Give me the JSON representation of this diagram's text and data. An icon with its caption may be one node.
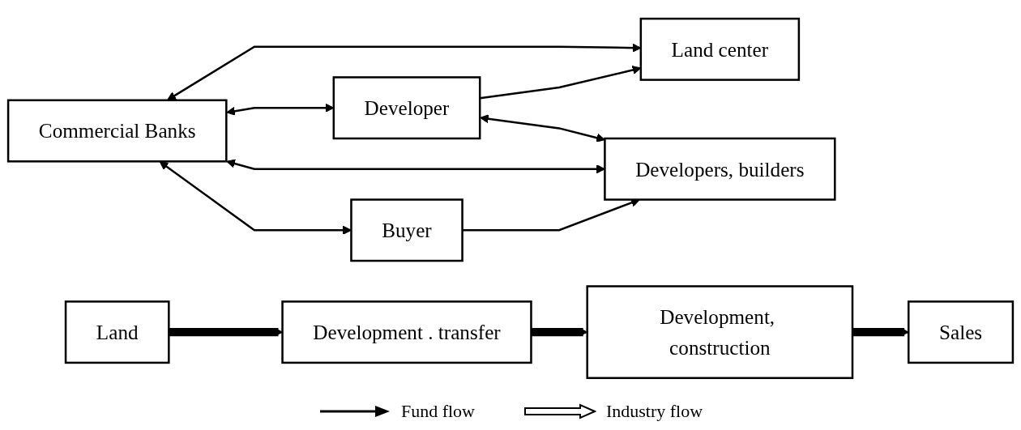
{
  "diagram": {
    "nodes": [
      {
        "text": [
          "Commercial Banks"
        ]
      },
      {
        "text": [
          "Land center"
        ]
      },
      {
        "text": [
          "Developer"
        ]
      },
      {
        "text": [
          "Developers, builders"
        ]
      },
      {
        "text": [
          "Buyer"
        ]
      },
      {
        "text": [
          "Land"
        ]
      },
      {
        "text": [
          "Development . transfer"
        ]
      },
      {
        "text": [
          "Development, construction"
        ]
      },
      {
        "text": [
          "Sales"
        ]
      }
    ],
    "edges": [
      {
        "from": 0,
        "to": 1,
        "arrow": "both"
      },
      {
        "from": 0,
        "to": 2,
        "arrow": "both"
      },
      {
        "from": 0,
        "to": 3,
        "arrow": "both"
      },
      {
        "from": 0,
        "to": 4,
        "arrow": "both"
      },
      {
        "from": 2,
        "to": 1,
        "arrow": "to"
      },
      {
        "from": 2,
        "to": 3,
        "arrow": "both"
      },
      {
        "from": 4,
        "to": 3,
        "arrow": "to"
      },
      {
        "from": 5,
        "to": 6,
        "arrow": "to",
        "style": "thick"
      },
      {
        "from": 6,
        "to": 7,
        "arrow": "to",
        "style": "thick"
      },
      {
        "from": 7,
        "to": 8,
        "arrow": "to",
        "style": "thick"
      }
    ],
    "legend": [
      {
        "text": "Fund flow"
      },
      {
        "text": "Industry flow"
      }
    ]
  }
}
